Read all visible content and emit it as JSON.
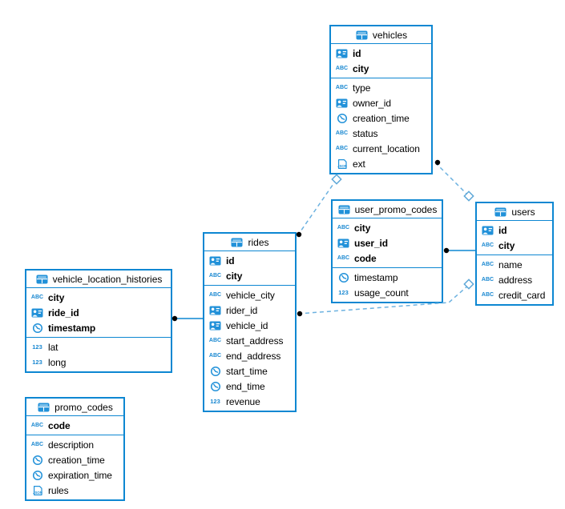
{
  "diagram": {
    "tables": [
      {
        "name": "vehicles",
        "key_columns": [
          {
            "name": "id",
            "type": "id"
          },
          {
            "name": "city",
            "type": "text"
          }
        ],
        "columns": [
          {
            "name": "type",
            "type": "text"
          },
          {
            "name": "owner_id",
            "type": "id"
          },
          {
            "name": "creation_time",
            "type": "datetime"
          },
          {
            "name": "status",
            "type": "text"
          },
          {
            "name": "current_location",
            "type": "text"
          },
          {
            "name": "ext",
            "type": "json"
          }
        ]
      },
      {
        "name": "user_promo_codes",
        "key_columns": [
          {
            "name": "city",
            "type": "text"
          },
          {
            "name": "user_id",
            "type": "id"
          },
          {
            "name": "code",
            "type": "text"
          }
        ],
        "columns": [
          {
            "name": "timestamp",
            "type": "datetime"
          },
          {
            "name": "usage_count",
            "type": "number"
          }
        ]
      },
      {
        "name": "users",
        "key_columns": [
          {
            "name": "id",
            "type": "id"
          },
          {
            "name": "city",
            "type": "text"
          }
        ],
        "columns": [
          {
            "name": "name",
            "type": "text"
          },
          {
            "name": "address",
            "type": "text"
          },
          {
            "name": "credit_card",
            "type": "text"
          }
        ]
      },
      {
        "name": "rides",
        "key_columns": [
          {
            "name": "id",
            "type": "id"
          },
          {
            "name": "city",
            "type": "text"
          }
        ],
        "columns": [
          {
            "name": "vehicle_city",
            "type": "text"
          },
          {
            "name": "rider_id",
            "type": "id"
          },
          {
            "name": "vehicle_id",
            "type": "id"
          },
          {
            "name": "start_address",
            "type": "text"
          },
          {
            "name": "end_address",
            "type": "text"
          },
          {
            "name": "start_time",
            "type": "datetime"
          },
          {
            "name": "end_time",
            "type": "datetime"
          },
          {
            "name": "revenue",
            "type": "number"
          }
        ]
      },
      {
        "name": "vehicle_location_histories",
        "key_columns": [
          {
            "name": "city",
            "type": "text"
          },
          {
            "name": "ride_id",
            "type": "id"
          },
          {
            "name": "timestamp",
            "type": "datetime"
          }
        ],
        "columns": [
          {
            "name": "lat",
            "type": "number"
          },
          {
            "name": "long",
            "type": "number"
          }
        ]
      },
      {
        "name": "promo_codes",
        "key_columns": [
          {
            "name": "code",
            "type": "text"
          }
        ],
        "columns": [
          {
            "name": "description",
            "type": "text"
          },
          {
            "name": "creation_time",
            "type": "datetime"
          },
          {
            "name": "expiration_time",
            "type": "datetime"
          },
          {
            "name": "rules",
            "type": "json"
          }
        ]
      }
    ],
    "relations": [
      {
        "from": "vehicles",
        "to": "users",
        "style": "dashed"
      },
      {
        "from": "rides",
        "to": "vehicles",
        "style": "dashed"
      },
      {
        "from": "rides",
        "to": "users",
        "style": "dashed"
      },
      {
        "from": "user_promo_codes",
        "to": "users",
        "style": "solid"
      },
      {
        "from": "vehicle_location_histories",
        "to": "rides",
        "style": "solid"
      }
    ],
    "icon_glyphs": {
      "text": "ABC",
      "number": "123",
      "json": "JSON"
    },
    "colors": {
      "table_border": "#0d87d2",
      "icon_blue": "#2191d9",
      "dashed_line": "#6db2e0",
      "solid_line": "#0d87d2",
      "endpoint_dot": "#000000",
      "text": "#000000"
    }
  }
}
